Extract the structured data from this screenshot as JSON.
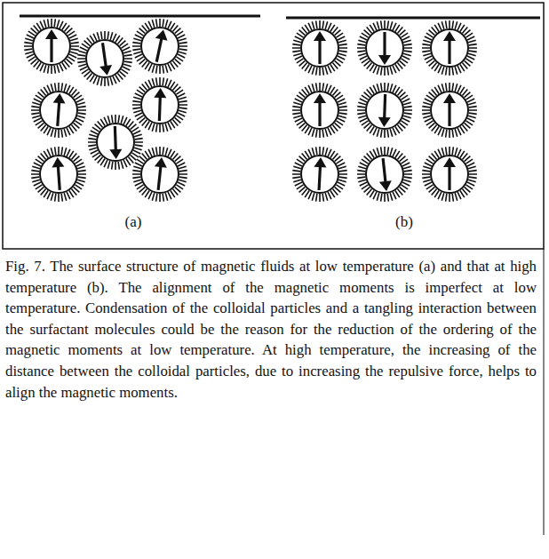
{
  "diagram": {
    "caption": "Fig. 7. The surface structure of magnetic fluids at low temperature (a) and that at high temperature (b). The alignment of the magnetic moments is imperfect at low temperature. Condensation of the colloidal particles and a tangling interaction between the surfactant molecules could be the reason for the reduction of the ordering of the magnetic moments at low temperature. At high temperature, the increasing of the distance between the colloidal particles, due to increasing the repulsive force, helps to align the magnetic moments.",
    "labels": [
      "(a)",
      "(b)"
    ]
  }
}
